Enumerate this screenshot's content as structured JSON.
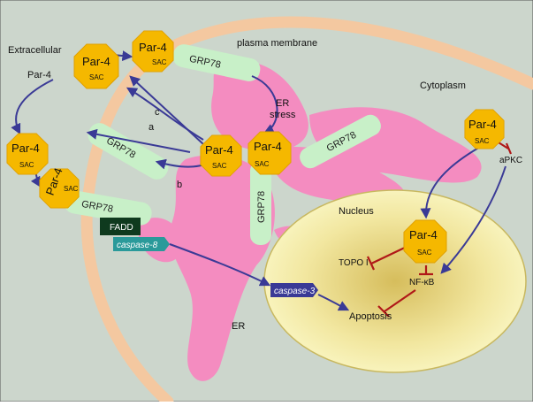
{
  "labels": {
    "extracellular": "Extracellular",
    "par4_extracellular": "Par-4",
    "plasma_membrane": "plasma membrane",
    "cytoplasm": "Cytoplasm",
    "er_stress_line1": "ER",
    "er_stress_line2": "stress",
    "nucleus": "Nucleus",
    "er": "ER",
    "apoptosis": "Apoptosis",
    "topo": "TOPO I",
    "nfkb": "NF-κB",
    "apkc": "aPKC",
    "fadd": "FADD",
    "caspase8": "caspase-8",
    "caspase3": "caspase-3",
    "arrow_a": "a",
    "arrow_b": "b",
    "arrow_c": "c"
  },
  "par4": {
    "name": "Par-4",
    "domain": "SAC"
  },
  "grp78": {
    "name": "GRP78"
  },
  "colors": {
    "background": "#ccd6cc",
    "membrane": "#f4c8a0",
    "er": "#f48cc0",
    "nucleus_fill": "#f5efaa",
    "nucleus_center": "#d6bd5c",
    "par4": "#f5b800",
    "grp78": "#c8f0c8",
    "arrow": "#3a3a96",
    "inhibit": "#b01818",
    "fadd": "#0f3a1e",
    "caspase8": "#2a9a9a",
    "caspase3": "#3a3a96"
  }
}
